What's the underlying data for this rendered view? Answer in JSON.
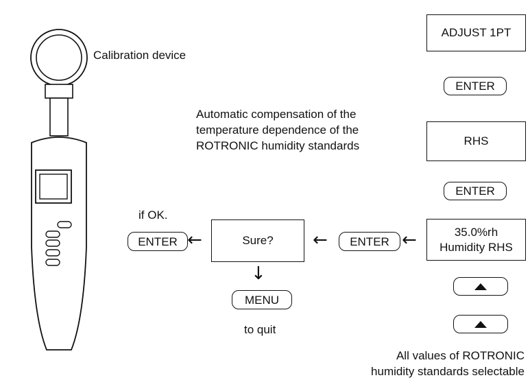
{
  "labels": {
    "calibration_device": "Calibration device",
    "auto_compensation": [
      "Automatic compensation of the",
      "temperature dependence of the",
      "ROTRONIC humidity standards"
    ],
    "if_ok": "if OK.",
    "to_quit": "to quit",
    "all_values": [
      "All values of ROTRONIC",
      "humidity standards selectable"
    ]
  },
  "screens": {
    "adjust": "ADJUST 1PT",
    "rhs": "RHS",
    "humidity_line1": "35.0%rh",
    "humidity_line2": "Humidity RHS",
    "sure": "Sure?"
  },
  "keys": {
    "enter": "ENTER",
    "menu": "MENU",
    "up_icon": "up-triangle-icon"
  },
  "arrows": {
    "left": "←",
    "down": "↓"
  }
}
